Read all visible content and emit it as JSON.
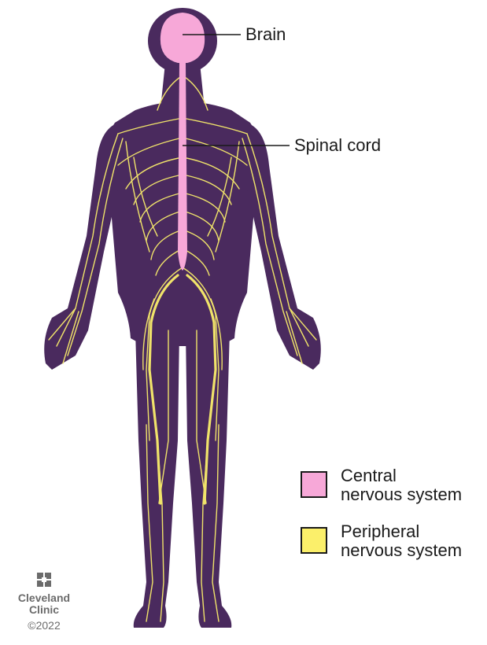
{
  "labels": {
    "brain": "Brain",
    "spinal_cord": "Spinal cord"
  },
  "legend": [
    {
      "line1": "Central",
      "line2": "nervous system",
      "color": "#f7a8d8"
    },
    {
      "line1": "Peripheral",
      "line2": "nervous system",
      "color": "#fbef6a"
    }
  ],
  "logo": {
    "line1": "Cleveland",
    "line2": "Clinic",
    "copyright": "©2022"
  },
  "colors": {
    "body": "#4a2a5e",
    "nerves": "#f0e36a",
    "cns": "#f7a8d8",
    "text": "#1a1a1a"
  }
}
